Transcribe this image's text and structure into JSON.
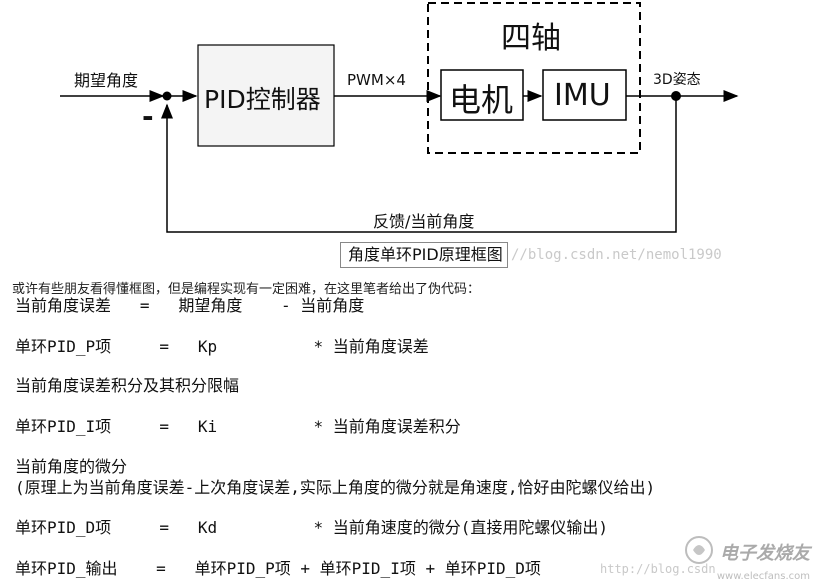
{
  "diagram": {
    "setpoint_label": "期望角度",
    "minus_sign": "-",
    "pid_block_label": "PID控制器",
    "pwm_label": "PWM×4",
    "quad_group_label": "四轴",
    "motor_block_label": "电机",
    "imu_block_label": "IMU",
    "output_label": "3D姿态",
    "feedback_label": "反馈/当前角度",
    "caption": "角度单环PID原理框图",
    "watermark": "//blog.csdn.net/nemol1990"
  },
  "intro_text": "或许有些朋友看得懂框图，但是编程实现有一定困难，在这里笔者给出了伪代码：",
  "code_lines": [
    "当前角度误差   =   期望角度    - 当前角度",
    "单环PID_P项     =   Kp          * 当前角度误差",
    "当前角度误差积分及其积分限幅",
    "单环PID_I项     =   Ki          * 当前角度误差积分",
    "当前角度的微分",
    "(原理上为当前角度误差-上次角度误差,实际上角度的微分就是角速度,恰好由陀螺仪给出)",
    "单环PID_D项     =   Kd          * 当前角速度的微分(直接用陀螺仪输出)",
    "单环PID_输出    =   单环PID_P项 + 单环PID_I项 + 单环PID_D项"
  ],
  "bottom_watermark": "http://blog.csdn",
  "logo": {
    "text": "电子发烧友",
    "url": "www.elecfans.com"
  }
}
